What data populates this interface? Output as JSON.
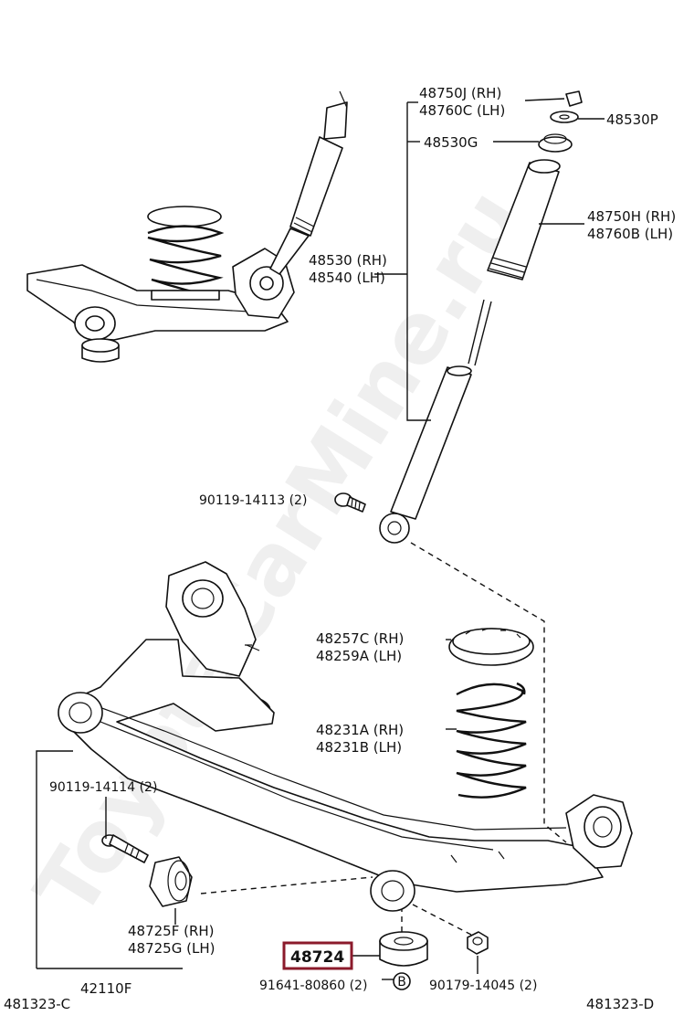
{
  "watermark": "ToyotaCarMine.ru",
  "labels": {
    "p48750j": "48750J (RH)",
    "p48760c": "48760C (LH)",
    "p48530p": "48530P",
    "p48530g": "48530G",
    "p48750h": "48750H (RH)",
    "p48760b": "48760B (LH)",
    "p48530": "48530 (RH)",
    "p48540": "48540 (LH)",
    "p90119_14113": "90119-14113 (2)",
    "p48257c": "48257C (RH)",
    "p48259a": "48259A (LH)",
    "p48231a": "48231A (RH)",
    "p48231b": "48231B (LH)",
    "p90119_14114": "90119-14114 (2)",
    "p48725f": "48725F (RH)",
    "p48725g": "48725G (LH)",
    "p48724": "48724",
    "p91641": "91641-80860 (2)",
    "p90179": "90179-14045 (2)",
    "p42110f": "42110F",
    "ref_c": "481323-C",
    "ref_d": "481323-D",
    "marker_b": "B"
  },
  "highlight_color": "#8b1a2b"
}
